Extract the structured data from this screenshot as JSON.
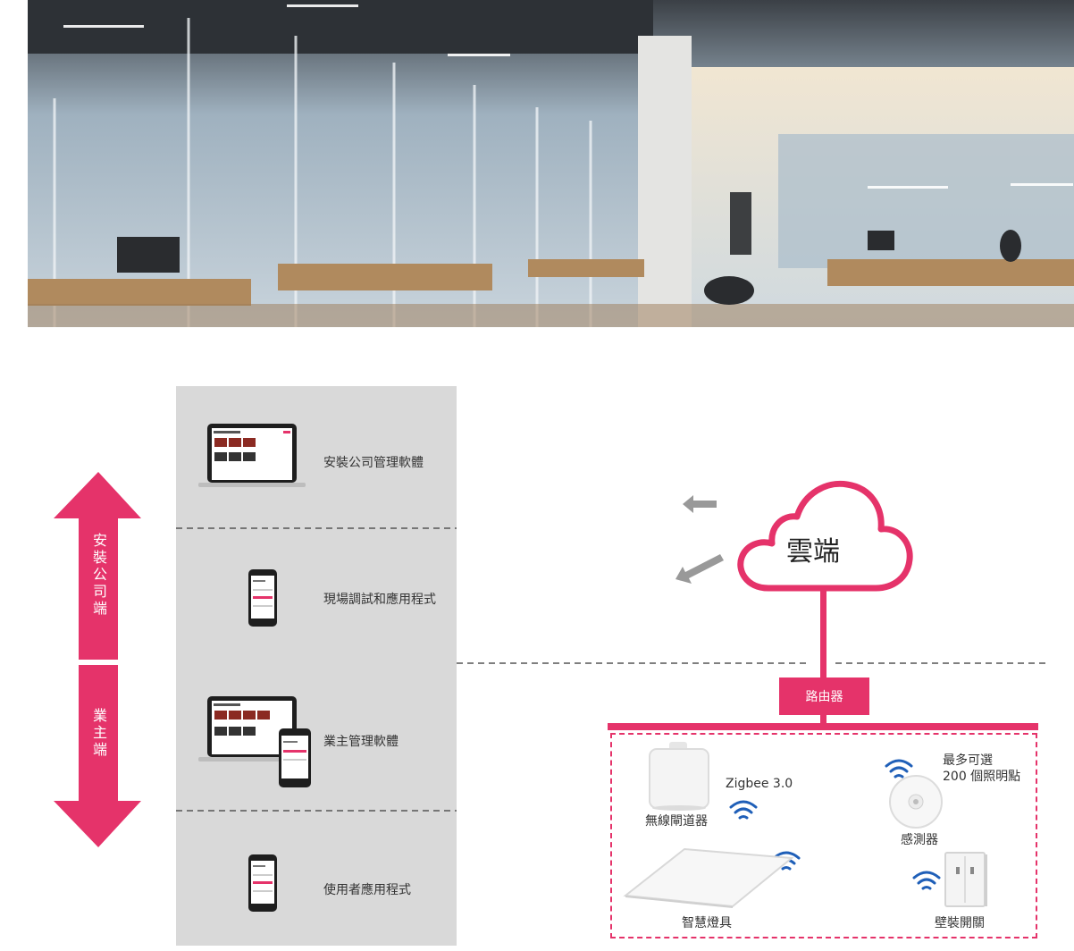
{
  "rows": [
    {
      "label": "安裝公司管理軟體",
      "device": "laptop-icon"
    },
    {
      "label": "現場調試和應用程式",
      "device": "phone-icon"
    },
    {
      "label": "業主管理軟體",
      "device": "laptop-and-phone-icon"
    },
    {
      "label": "使用者應用程式",
      "device": "phone-icon"
    }
  ],
  "arrow": {
    "top_label": "安裝公司端",
    "bottom_label": "業主端"
  },
  "cloud_label": "雲端",
  "router_label": "路由器",
  "devices": {
    "gateway_label": "無線閘道器",
    "protocol_label": "Zigbee 3.0",
    "max_points_line1": "最多可選",
    "max_points_line2": "200 個照明點",
    "sensor_label": "感測器",
    "light_label": "智慧燈具",
    "switch_label": "壁裝開關"
  },
  "colors": {
    "accent": "#e5336a",
    "panel": "#d9d9d9",
    "wifi": "#1f5fb8",
    "grey_arrow": "#999999"
  }
}
